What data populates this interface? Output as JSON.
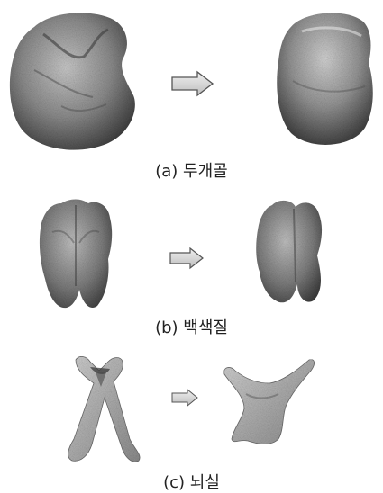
{
  "figure": {
    "panels": [
      {
        "id": "a",
        "caption": "(a) 두개골",
        "subject": "skull"
      },
      {
        "id": "b",
        "caption": "(b) 백색질",
        "subject": "white-matter"
      },
      {
        "id": "c",
        "caption": "(c) 뇌실",
        "subject": "ventricle"
      }
    ]
  },
  "colors": {
    "surface_dark": "#3a3a3a",
    "surface_mid": "#8a8a8a",
    "surface_light": "#d6d6d6",
    "arrow_fill": "#d8d8d8",
    "arrow_stroke": "#555555"
  }
}
